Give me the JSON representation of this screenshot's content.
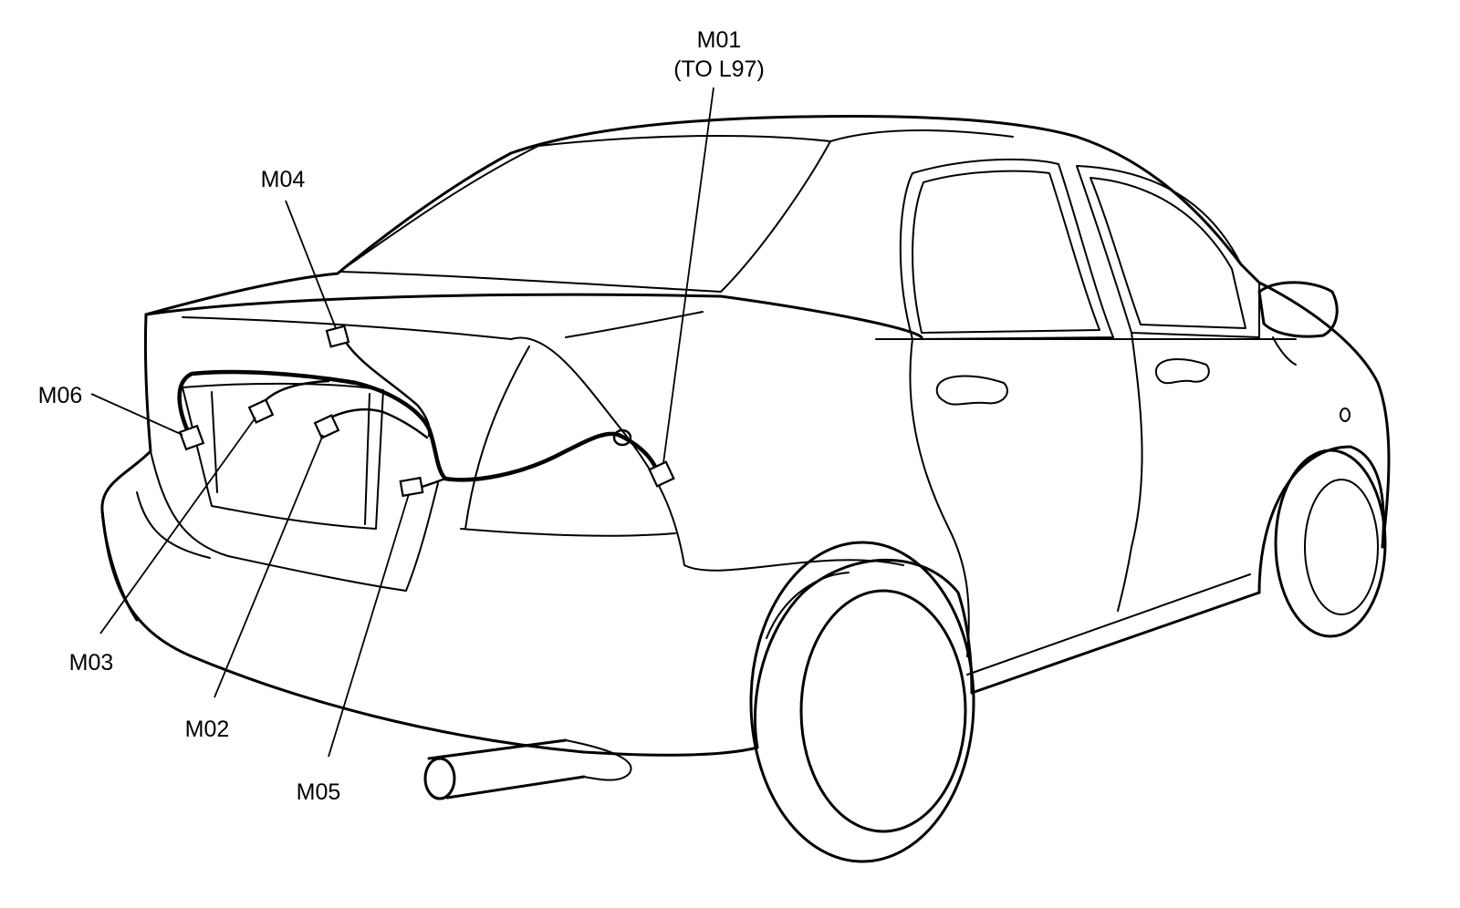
{
  "diagram": {
    "colors": {
      "line": "#000000",
      "background": "#ffffff"
    },
    "connectors": [
      {
        "id": "M01",
        "lines": [
          "M01",
          "(TO L97)"
        ]
      },
      {
        "id": "M02",
        "lines": [
          "M02"
        ]
      },
      {
        "id": "M03",
        "lines": [
          "M03"
        ]
      },
      {
        "id": "M04",
        "lines": [
          "M04"
        ]
      },
      {
        "id": "M05",
        "lines": [
          "M05"
        ]
      },
      {
        "id": "M06",
        "lines": [
          "M06"
        ]
      }
    ]
  }
}
